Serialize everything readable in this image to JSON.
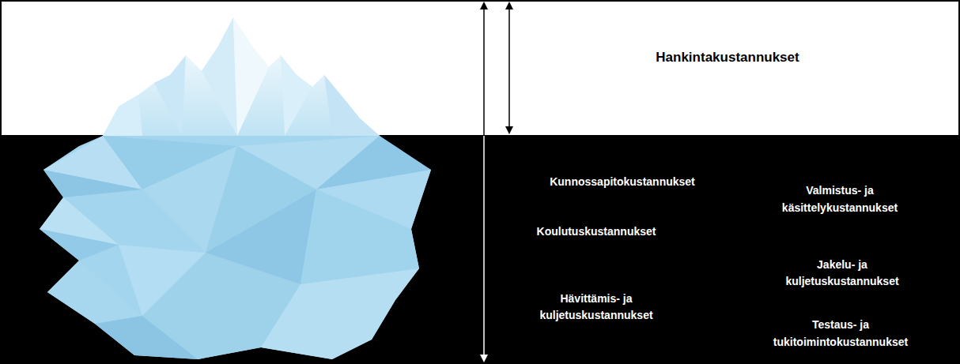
{
  "diagram": {
    "labels": [
      "Hankintakustannukset",
      "Kunnossapitokustannukset",
      "Valmistus- ja käsittelykustannukset",
      "Koulutuskustannukset",
      "Jakelu- ja kuljetuskustannukset",
      "Hävittämis- ja kuljetuskustannukset",
      "Testaus- ja tukitoimintokustannukset"
    ]
  }
}
